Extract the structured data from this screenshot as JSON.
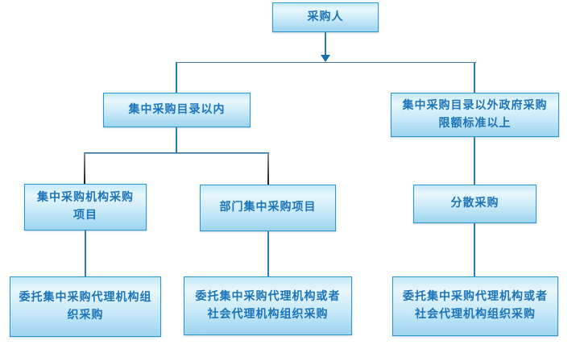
{
  "diagram": {
    "title": "government-procurement-flowchart",
    "nodes": {
      "purchaser": {
        "label": "采购人"
      },
      "within_catalog": {
        "label": "集中采购目录以内"
      },
      "outside_catalog": {
        "label": "集中采购目录以外政府采购\n限额标准以上"
      },
      "centralized_agency_projects": {
        "label": "集中采购机构采购\n项目"
      },
      "department_projects": {
        "label": "部门集中采购项目"
      },
      "decentralized": {
        "label": "分散采购"
      },
      "entrust_left": {
        "label": "委托集中采购代理机构组\n织采购"
      },
      "entrust_mid": {
        "label": "委托集中采购代理机构或者\n社会代理机构组织采购"
      },
      "entrust_right": {
        "label": "委托集中采购代理机构或者\n社会代理机构组织采购"
      }
    },
    "edges": [
      {
        "from": "purchaser",
        "to": "within_catalog"
      },
      {
        "from": "purchaser",
        "to": "outside_catalog"
      },
      {
        "from": "within_catalog",
        "to": "centralized_agency_projects"
      },
      {
        "from": "within_catalog",
        "to": "department_projects"
      },
      {
        "from": "outside_catalog",
        "to": "decentralized"
      },
      {
        "from": "centralized_agency_projects",
        "to": "entrust_left"
      },
      {
        "from": "department_projects",
        "to": "entrust_mid"
      },
      {
        "from": "decentralized",
        "to": "entrust_right"
      }
    ],
    "colors": {
      "node_border": "#2f96cd",
      "node_fill_top": "#c4e9f8",
      "node_fill_bottom": "#9cd5ef",
      "node_text": "#1b74b8",
      "connector_blue": "#2d7cb0",
      "connector_dark": "#3a3a3a",
      "connector_slate": "#4d7a94"
    }
  }
}
